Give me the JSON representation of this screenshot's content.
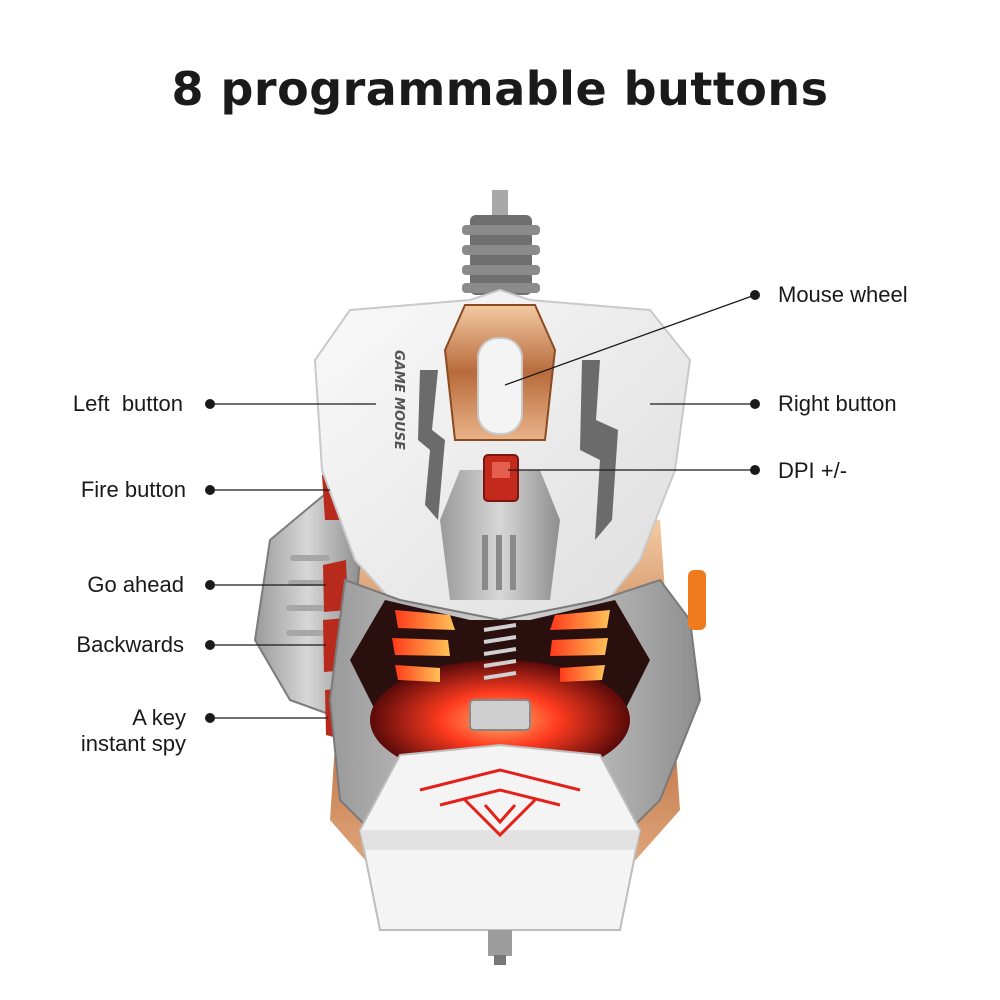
{
  "title": "8 programmable buttons",
  "labels": {
    "left_button": "Left  button",
    "fire_button": "Fire button",
    "go_ahead": "Go ahead",
    "backwards": "Backwards",
    "a_key_line1": "A key",
    "a_key_line2": "instant spy",
    "mouse_wheel": "Mouse wheel",
    "right_button": "Right button",
    "dpi": "DPI +/-"
  },
  "logo_text": "GAME MOUSE",
  "colors": {
    "shell": "#f2f2f2",
    "metal": "#b9b9b9",
    "copper": "#c98a5a",
    "led_red": "#e8231b",
    "led_glow": "#ff7a2a",
    "text": "#1a1a1a"
  }
}
